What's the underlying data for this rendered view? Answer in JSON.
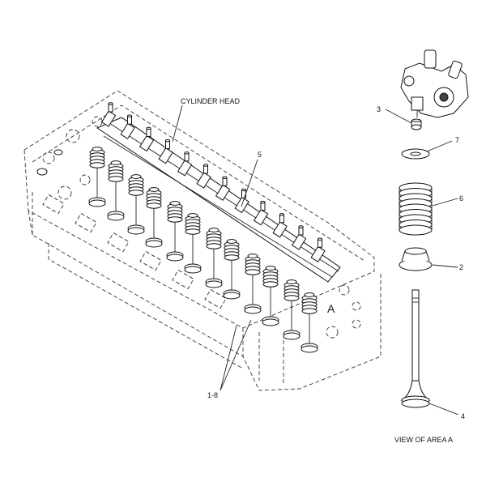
{
  "labels": {
    "cylinder_head": "CYLINDER HEAD",
    "item_5": "5",
    "item_3": "3",
    "item_7": "7",
    "item_6": "6",
    "item_2": "2",
    "item_4": "4",
    "item_1_8": "1-8",
    "area_a": "A",
    "view_caption": "VIEW OF AREA  A"
  }
}
